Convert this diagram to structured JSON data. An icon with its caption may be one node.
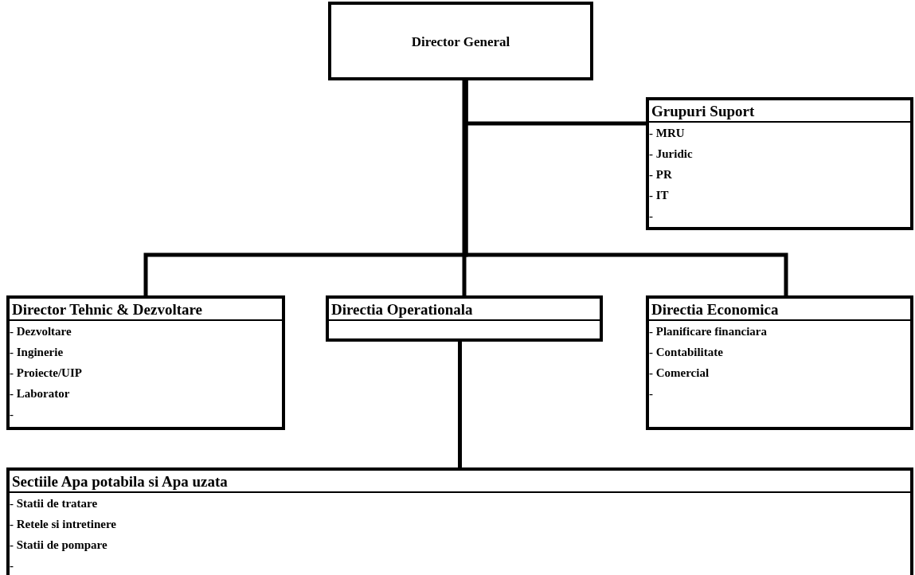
{
  "diagram": {
    "nodes": [
      {
        "text": [
          "Director General"
        ]
      },
      {
        "text": [
          "Grupuri Suport",
          "- MRU",
          "- Juridic",
          "- PR",
          "- IT",
          "-"
        ]
      },
      {
        "text": [
          "Director Tehnic & Dezvoltare",
          "- Dezvoltare",
          "- Inginerie",
          "- Proiecte/UIP",
          "- Laborator",
          "-"
        ]
      },
      {
        "text": [
          "Directia Operationala"
        ]
      },
      {
        "text": [
          "Directia Economica",
          "- Planificare financiara",
          "- Contabilitate",
          "- Comercial",
          "-"
        ]
      },
      {
        "text": [
          "Sectiile Apa potabila si Apa uzata",
          "- Statii de tratare",
          "- Retele si intretinere",
          "- Statii de pompare",
          "-"
        ]
      }
    ],
    "edges": [
      {
        "from": 0,
        "to": 1,
        "arrow": "none"
      },
      {
        "from": 0,
        "to": 2,
        "arrow": "none"
      },
      {
        "from": 0,
        "to": 3,
        "arrow": "none"
      },
      {
        "from": 0,
        "to": 4,
        "arrow": "none"
      },
      {
        "from": 3,
        "to": 5,
        "arrow": "none"
      }
    ]
  }
}
